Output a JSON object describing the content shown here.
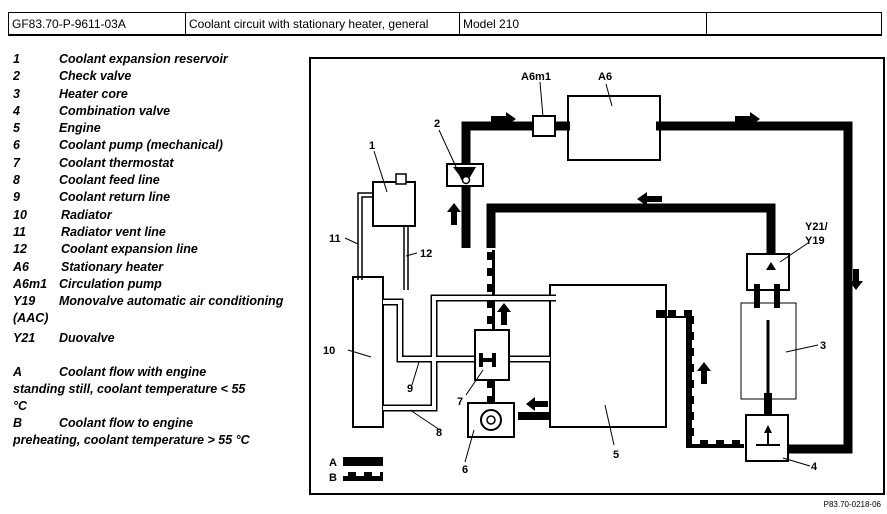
{
  "header": {
    "doc_id": "GF83.70-P-9611-03A",
    "title": "Coolant circuit with stationary heater, general",
    "model": "Model 210",
    "extra": ""
  },
  "legend": [
    {
      "key": "1",
      "text": "Coolant expansion reservoir"
    },
    {
      "key": "2",
      "text": "Check valve"
    },
    {
      "key": "3",
      "text": "Heater core"
    },
    {
      "key": "4",
      "text": "Combination valve"
    },
    {
      "key": "5",
      "text": "Engine"
    },
    {
      "key": "6",
      "text": "Coolant pump (mechanical)"
    },
    {
      "key": "7",
      "text": "Coolant thermostat"
    },
    {
      "key": "8",
      "text": "Coolant feed line"
    },
    {
      "key": "9",
      "text": "Coolant return line"
    },
    {
      "key": "10",
      "text": "Radiator"
    },
    {
      "key": "11",
      "text": "Radiator vent line"
    },
    {
      "key": "12",
      "text": "Coolant expansion line"
    },
    {
      "key": "A6",
      "text": "Stationary heater"
    },
    {
      "key": "A6m1",
      "text": "Circulation pump"
    }
  ],
  "legend_wrapped": {
    "y19": {
      "key": "Y19",
      "text": "Monovalve automatic air conditioning (AAC)"
    },
    "y21": {
      "key": "Y21",
      "text": "Duovalve"
    },
    "a": {
      "key": "A",
      "text": "Coolant flow with engine standing still, coolant temperature < 55 °C"
    },
    "b": {
      "key": "B",
      "text": "Coolant flow to engine preheating, coolant temperature > 55 °C"
    }
  },
  "diagram": {
    "labels": {
      "l1": "1",
      "l2": "2",
      "l3": "3",
      "l4": "4",
      "l5": "5",
      "l6": "6",
      "l7": "7",
      "l8": "8",
      "l9": "9",
      "l10": "10",
      "l11": "11",
      "l12": "12",
      "a6": "A6",
      "a6m1": "A6m1",
      "y21": "Y21/",
      "y19": "Y19",
      "key_a": "A",
      "key_b": "B"
    },
    "figure_id": "P83.70-0218-06"
  }
}
